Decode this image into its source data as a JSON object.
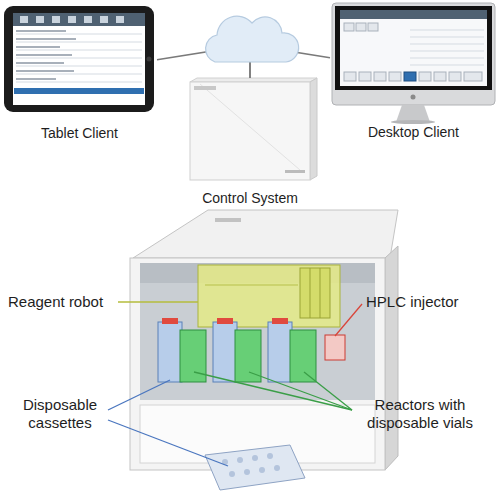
{
  "diagram": {
    "nodes": [
      {
        "text": [
          "Tablet Client"
        ]
      },
      {
        "text": [
          "Desktop Client"
        ]
      },
      {
        "text": [
          "Control System"
        ]
      }
    ],
    "edges": [
      {
        "from": 0,
        "to": 2,
        "arrow": "none"
      },
      {
        "from": 1,
        "to": 2,
        "arrow": "none"
      }
    ],
    "labels": [
      "Reagent robot",
      "HPLC injector",
      "Disposable cassettes",
      "Reactors with disposable vials"
    ]
  }
}
